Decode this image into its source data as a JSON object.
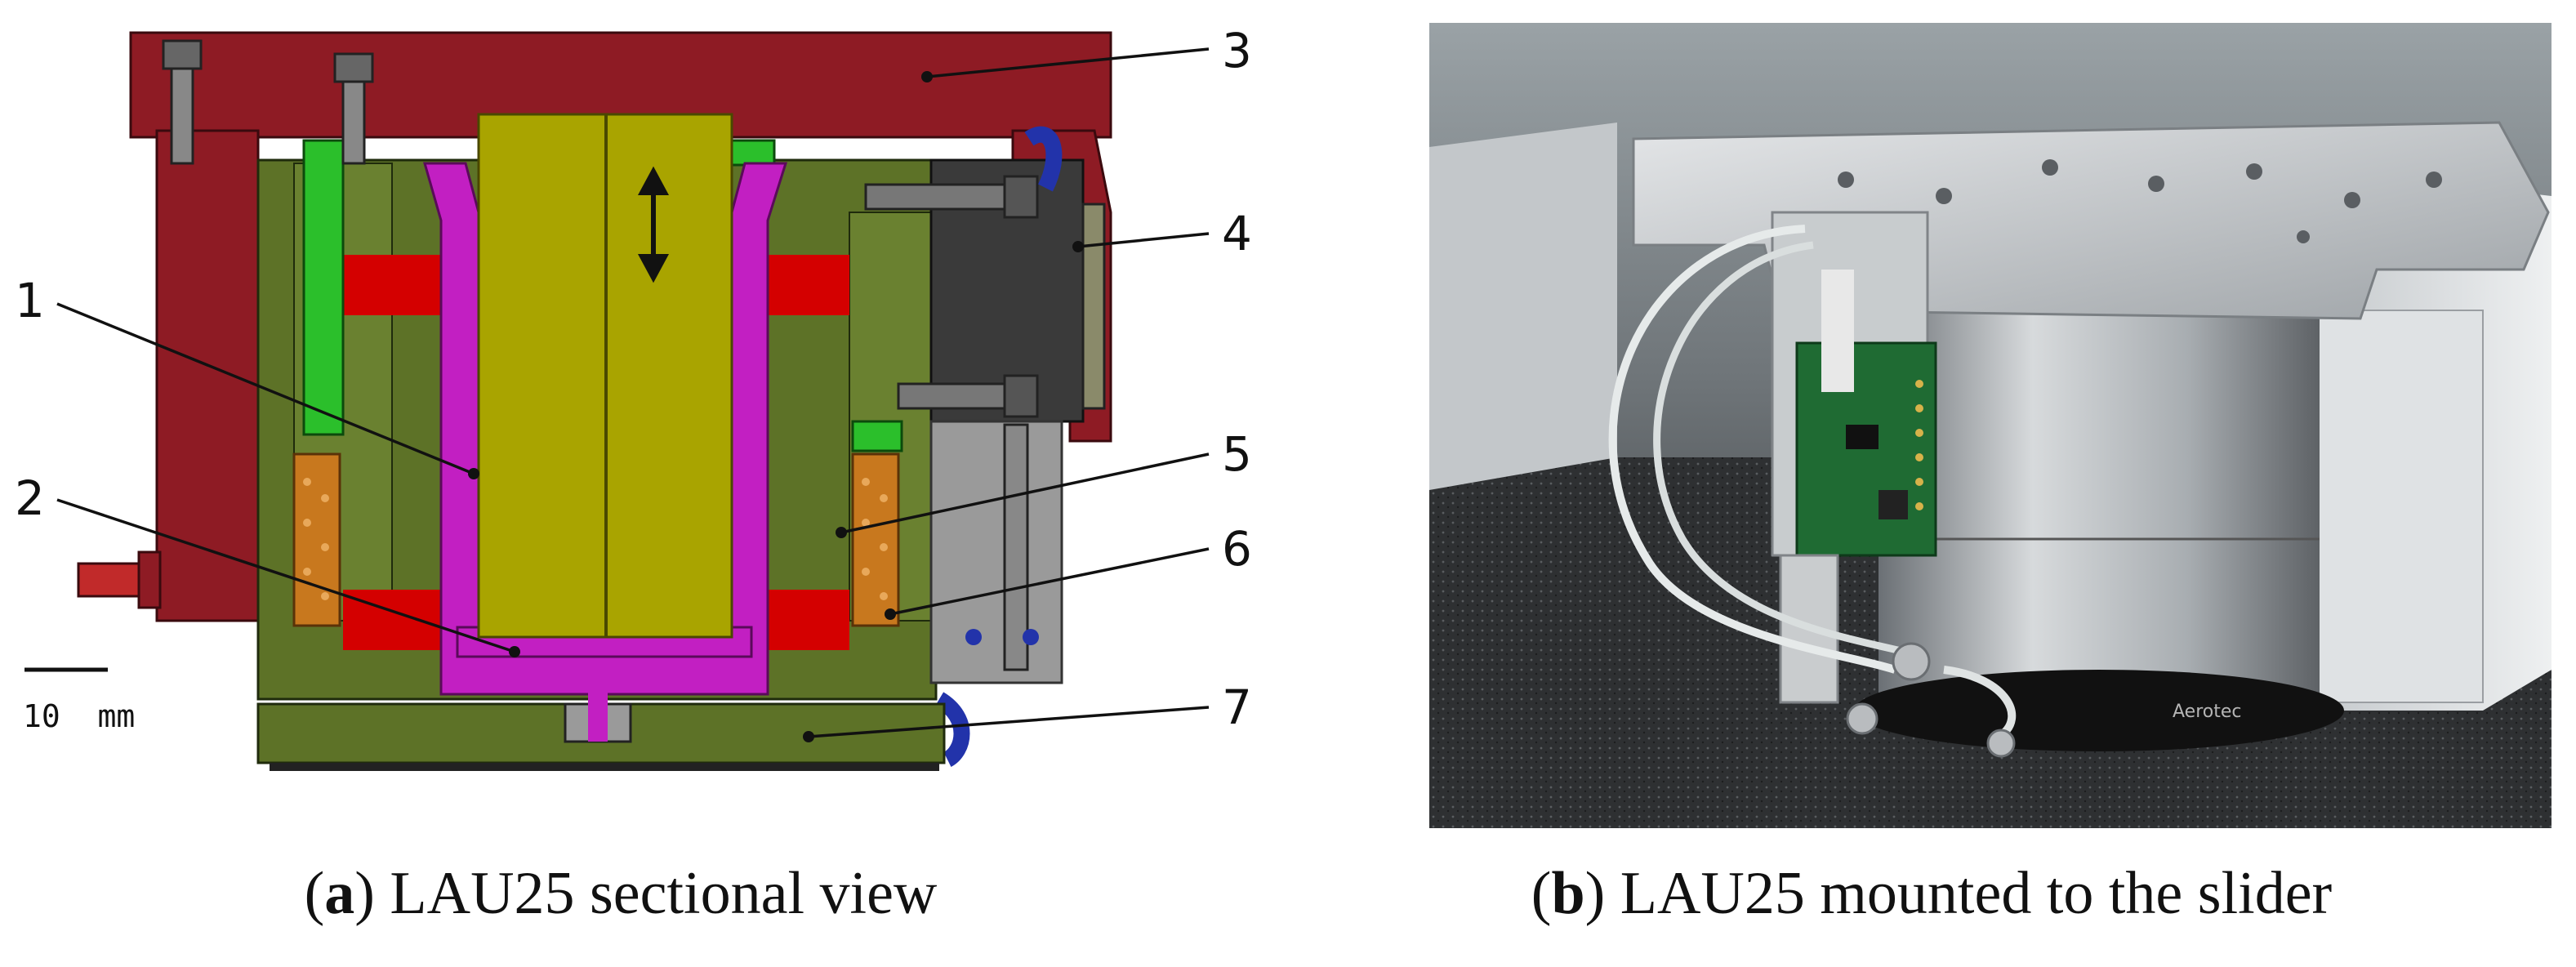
{
  "panel_a": {
    "callouts": [
      "1",
      "2",
      "3",
      "4",
      "5",
      "6",
      "7"
    ],
    "scale_bar_label": "10  mm",
    "caption_letter": "a",
    "caption_text": "LAU25 sectional view"
  },
  "panel_b": {
    "lens_text": "Aerotec",
    "caption_letter": "b",
    "caption_text": "LAU25 mounted to the slider"
  },
  "colors": {
    "housing_red": "#8e1b24",
    "stator_olive": "#5d7227",
    "slider_yellow": "#a9a400",
    "guide_magenta": "#c21fc2",
    "coil_red": "#d40000",
    "spring_orange": "#c8781e",
    "fitting_green": "#2bbf2b",
    "hose_blue": "#2233aa"
  },
  "icons": [
    "double-arrow-icon",
    "hose-fitting-icon",
    "screw-icon"
  ]
}
